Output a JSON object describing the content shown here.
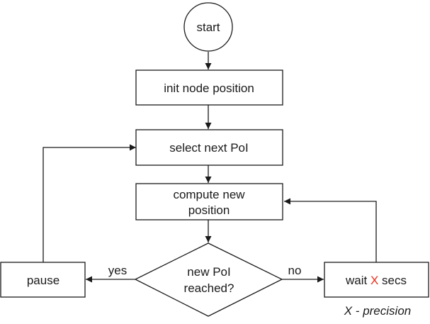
{
  "colors": {
    "line": "#1a1a1a",
    "background": "#ffffff",
    "highlight": "#e8301c"
  },
  "nodes": {
    "start": {
      "label": "start",
      "shape": "circle"
    },
    "init": {
      "label": "init node position",
      "shape": "rectangle"
    },
    "select": {
      "label": "select next PoI",
      "shape": "rectangle"
    },
    "compute": {
      "line1": "compute new",
      "line2": "position",
      "shape": "rectangle"
    },
    "decision": {
      "line1": "new PoI",
      "line2": "reached?",
      "shape": "diamond"
    },
    "pause": {
      "label": "pause",
      "shape": "rectangle"
    },
    "wait": {
      "prefix": "wait ",
      "variable": "X",
      "suffix": " secs",
      "shape": "rectangle"
    }
  },
  "edges": {
    "yes_label": "yes",
    "no_label": "no"
  },
  "note": {
    "text": "X - precision"
  }
}
